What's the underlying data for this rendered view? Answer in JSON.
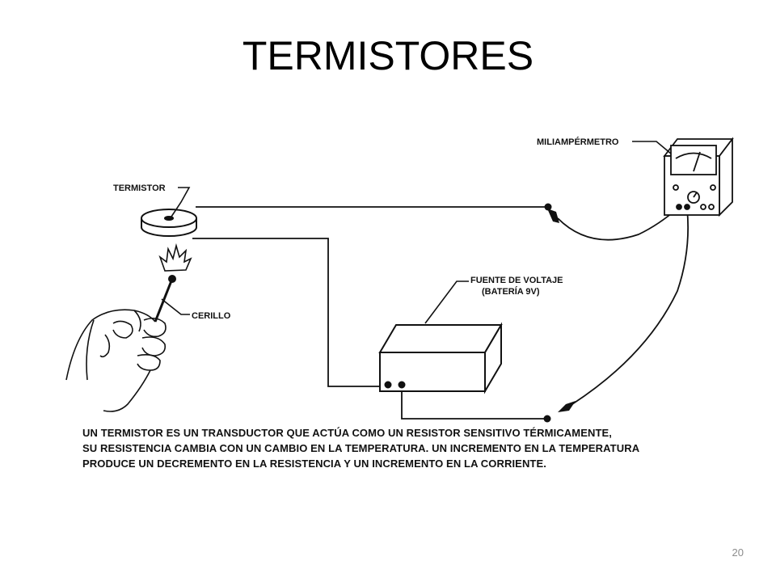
{
  "slide": {
    "title": "TERMISTORES",
    "page_number": "20"
  },
  "diagram": {
    "labels": {
      "thermistor": "TERMISTOR",
      "milliammeter": "MILIAMPÉRMETRO",
      "match": "CERILLO",
      "voltage_source_line1": "FUENTE DE VOLTAJE",
      "voltage_source_line2": "(BATERÍA 9V)"
    },
    "caption": {
      "line1": "UN TERMISTOR ES UN TRANSDUCTOR QUE ACTÚA COMO UN RESISTOR SENSITIVO TÉRMICAMENTE,",
      "line2": "SU RESISTENCIA CAMBIA CON UN CAMBIO EN LA TEMPERATURA. UN INCREMENTO EN LA TEMPERATURA",
      "line3": "PRODUCE UN DECREMENTO EN LA RESISTENCIA Y UN INCREMENTO EN LA CORRIENTE."
    }
  }
}
